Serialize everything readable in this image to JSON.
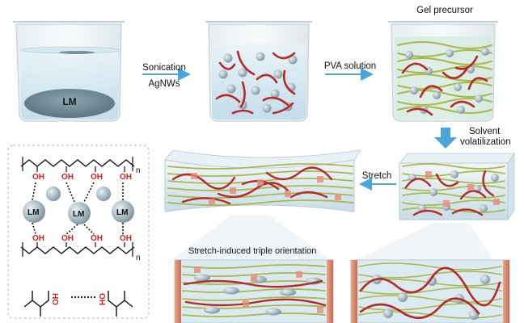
{
  "labels": {
    "beaker1_lm": "LM",
    "step1_line1": "Sonication",
    "step1_line2": "AgNWs",
    "step2": "PVA solution",
    "gel_precursor": "Gel precursor",
    "step3_line1": "Solvent",
    "step3_line2": "volatilization",
    "stretch": "Stretch",
    "stretch_induced": "Stretch-induced triple orientation"
  },
  "chem": {
    "oh": "OH",
    "lm": "LM",
    "n": "n",
    "ho": "HO"
  },
  "colors": {
    "water": "#cfe6f2",
    "lm_pool": "#6f8c98",
    "nanowire_red": "#b32a2a",
    "pva_green": "#a8b84a",
    "arrow_blue": "#4aa6d8",
    "oh_red": "#d11f1f",
    "lm_sphere": "#9fb1ba"
  }
}
